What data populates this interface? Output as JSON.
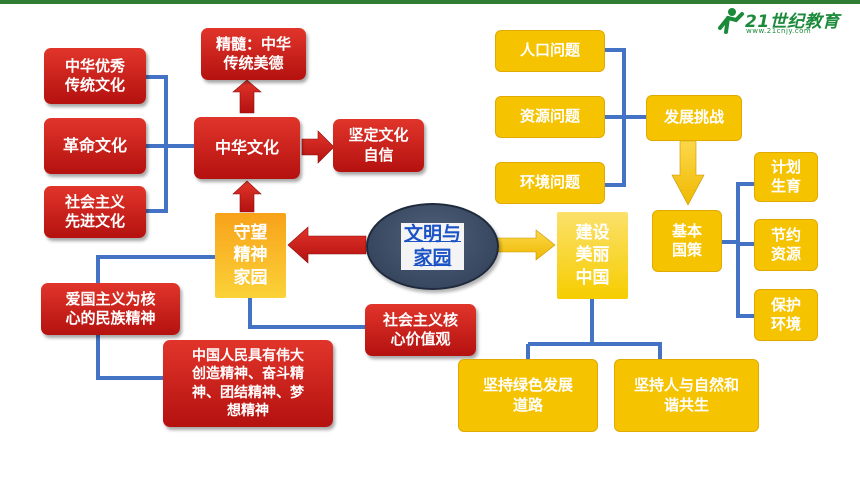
{
  "logo": {
    "main": "21世纪教育",
    "sub": "www.21cnjy.com"
  },
  "center": {
    "label": "文明与\n家园"
  },
  "left": {
    "node_shouwang": "守望\n精神\n家园",
    "node_zhonghua": "中华文化",
    "node_jingsui": "精髓：中华\n传统美德",
    "node_jianding": "坚定文化\n自信",
    "node_youxiu": "中华优秀\n传统文化",
    "node_geming": "革命文化",
    "node_shehui": "社会主义\n先进文化",
    "node_aiguo": "爱国主义为核\n心的民族精神",
    "node_renmin": "中国人民具有伟大\n创造精神、奋斗精\n神、团结精神、梦\n想精神",
    "node_hexin": "社会主义核\n心价值观"
  },
  "right": {
    "node_jianshe": "建设\n美丽\n中国",
    "node_renkou": "人口问题",
    "node_ziyuan": "资源问题",
    "node_huanjing": "环境问题",
    "node_fazhan": "发展挑战",
    "node_jiben": "基本\n国策",
    "node_jihua": "计划\n生育",
    "node_jieyue": "节约\n资源",
    "node_baohu": "保护\n环境",
    "node_lvse": "坚持绿色发展\n道路",
    "node_hexie": "坚持人与自然和\n谐共生"
  },
  "colors": {
    "red": "#c8201c",
    "yellow": "#f6c300",
    "connector_blue": "#4472c4",
    "ellipse": "#3b4b66",
    "accent_green": "#2e7d32"
  }
}
